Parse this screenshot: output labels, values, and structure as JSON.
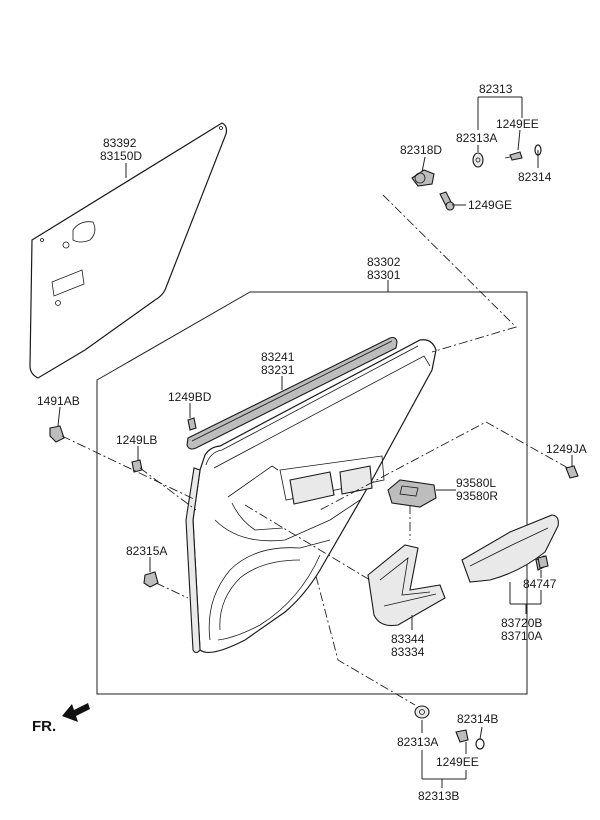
{
  "diagram": {
    "callouts": {
      "c82313": "82313",
      "c82313A": "82313A",
      "c1249EE_top": "1249EE",
      "c82318D": "82318D",
      "c82314": "82314",
      "c1249GE": "1249GE",
      "c83392": "83392",
      "c83150D": "83150D",
      "c83302": "83302",
      "c83301": "83301",
      "c83241": "83241",
      "c83231": "83231",
      "c1491AB": "1491AB",
      "c1249BD": "1249BD",
      "c1249LB": "1249LB",
      "c1249JA": "1249JA",
      "c93580L": "93580L",
      "c93580R": "93580R",
      "c82315A": "82315A",
      "c84747": "84747",
      "c83720B": "83720B",
      "c83710A": "83710A",
      "c83344": "83344",
      "c83334": "83334",
      "c82314B": "82314B",
      "c82313A_bottom": "82313A",
      "c1249EE_bottom": "1249EE",
      "c82313B": "82313B"
    },
    "direction_label": "FR."
  }
}
